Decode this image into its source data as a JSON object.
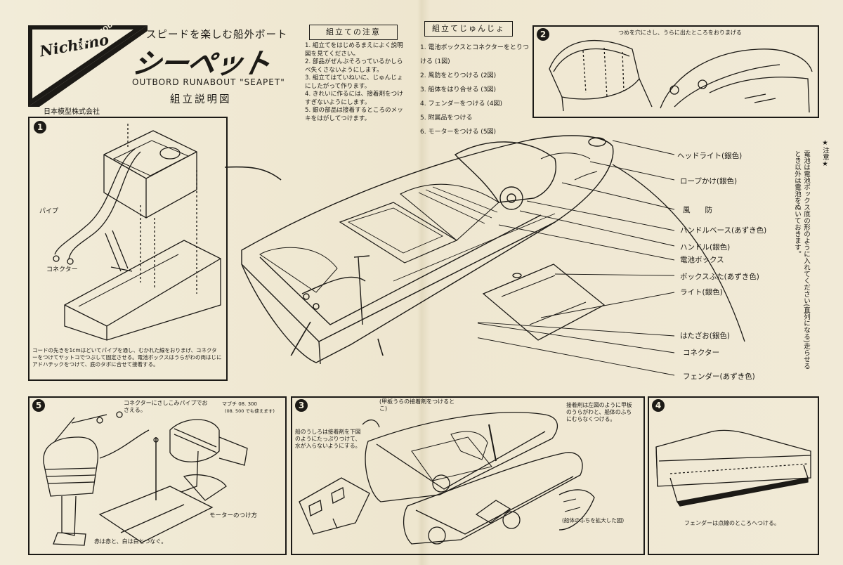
{
  "header": {
    "brand_logo_text": "Nichimo",
    "brand_badge_text": "PLASTIC COLOR MODEL",
    "subtitle_jp": "スピードを楽しむ船外ボート",
    "title_jp": "シーペット",
    "title_en": "OUTBORD RUNABOUT \"SEAPET\"",
    "doc_title_jp": "組立説明図",
    "company": "日本模型株式会社"
  },
  "caution": {
    "title": "組立ての注意",
    "items": [
      "1. 組立てをはじめるまえによく説明図を見てください。",
      "2. 部品がぜんぶそろっているかしらべ失くさないようにします。",
      "3. 組立てはていねいに、じゅんじょにしたがって作ります。",
      "4. きれいに作るには、接着剤をつけすぎないようにします。",
      "5. 銀の部品は接着するところのメッキをはがしてつけます。"
    ]
  },
  "steps": {
    "title": "組立てじゅんじょ",
    "items": [
      "1. 電池ボックスとコネクターをとりつける (1図)",
      "2. 風防をとりつける (2図)",
      "3. 船体をはり合せる (3図)",
      "4. フェンダーをつける (4図)",
      "5. 附属品をつける",
      "6. モーターをつける (5図)"
    ]
  },
  "fig1": {
    "number": "1",
    "label_pipe": "パイプ",
    "label_connector": "コネクター",
    "note": "コードの先きを1cmはどいてパイプを通し、むかれた線をおりまげ、コネクターをつけてヤットコでつぶして固定させる。電池ボックスはうらがわの両はじにアドハチックをつけて、底のタボに合せて接着する。"
  },
  "fig2": {
    "number": "2",
    "note": "つめを穴にさし、うらに出たところをおりまげる"
  },
  "fig3": {
    "number": "3",
    "note_top": "(甲板うらの接着剤をつけるとこ)",
    "note_left": "船のうしろは接着剤を下図のようにたっぷりつけて、水が入らないようにする。",
    "note_right": "接着剤は左図のように甲板のうらがわと、船体のふちにむらなくつける。",
    "note_bottom": "(船体のふちを拡大した図)"
  },
  "fig4": {
    "number": "4",
    "note": "フェンダーは点線のところへつける。"
  },
  "fig5": {
    "number": "5",
    "note_top": "コネクターにさしこみパイプでおさえる。",
    "motor_spec": "マブチ 08. 300",
    "motor_spec_alt": "(08. 500 でも使えます)",
    "label_mount": "モーターのつけ方",
    "note_bottom": "赤は赤と、白は白とつなぐ。"
  },
  "callouts": [
    "ヘッドライト(銀色)",
    "ロープかけ(銀色)",
    "風　　防",
    "ハンドルベース(あずき色)",
    "ハンドル(銀色)",
    "電池ボックス",
    "ボックスふた(あずき色)",
    "ライト(銀色)",
    "はたざお(銀色)",
    "コネクター",
    "フェンダー(あずき色)"
  ],
  "side_note": {
    "heading": "★注意★",
    "text": "電池は電池ボックス底の形のように入れてください(直列になる)走らせるとき以外は電池をぬいておきます。"
  },
  "colors": {
    "paper": "#efe8d3",
    "ink": "#1c1a16"
  }
}
